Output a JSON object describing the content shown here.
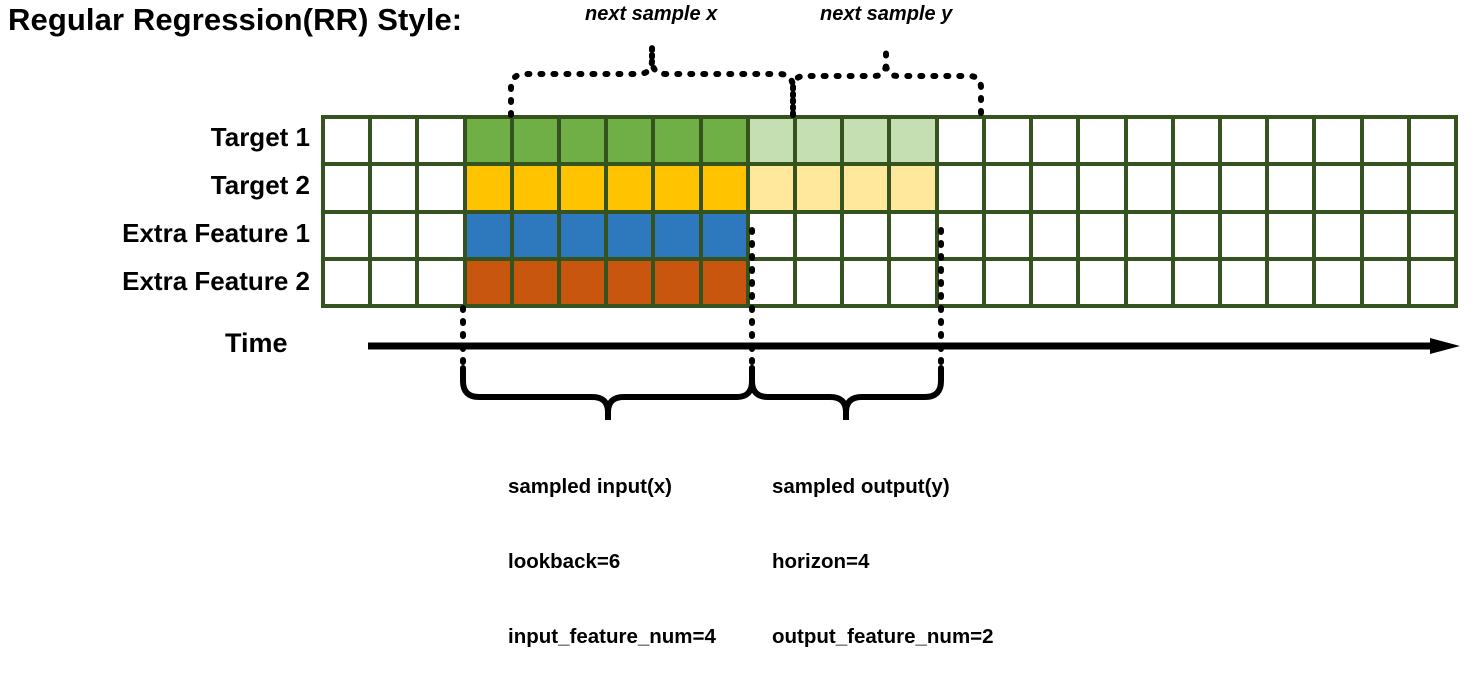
{
  "title": "Regular Regression(RR) Style:",
  "top_labels": {
    "next_sample_x": "next sample x",
    "next_sample_y": "next sample y"
  },
  "rows": [
    {
      "label": "Target 1",
      "key": "target-1",
      "color": "#6FAF46",
      "light": "#C5DFB3"
    },
    {
      "label": "Target 2",
      "key": "target-2",
      "color": "#FFC300",
      "light": "#FFE79B"
    },
    {
      "label": "Extra Feature 1",
      "key": "extra-feature-1",
      "color": "#2E78BD",
      "light": null
    },
    {
      "label": "Extra Feature 2",
      "key": "extra-feature-2",
      "color": "#C8560F",
      "light": null
    }
  ],
  "grid": {
    "columns": 24,
    "rows": 4,
    "leading_empty": 3,
    "input_span": 6,
    "output_span": 4,
    "trailing_empty": 11,
    "border_color": "#35531F",
    "empty_color": "#FFFFFF"
  },
  "time_axis": {
    "label": "Time"
  },
  "annotations": {
    "input": {
      "line1": "sampled input(x)",
      "line2": "lookback=6",
      "line3": "input_feature_num=4"
    },
    "output": {
      "line1": "sampled output(y)",
      "line2": "horizon=4",
      "line3": "output_feature_num=2"
    }
  },
  "chart_data": {
    "type": "table",
    "title": "Regular Regression(RR) Style:",
    "categories": [
      "Target 1",
      "Target 2",
      "Extra Feature 1",
      "Extra Feature 2"
    ],
    "timesteps": 24,
    "lookback": 6,
    "horizon": 4,
    "input_feature_num": 4,
    "output_feature_num": 2,
    "input_window_start_index": 3,
    "input_window_end_index": 9,
    "output_window_start_index": 9,
    "output_window_end_index": 13
  }
}
